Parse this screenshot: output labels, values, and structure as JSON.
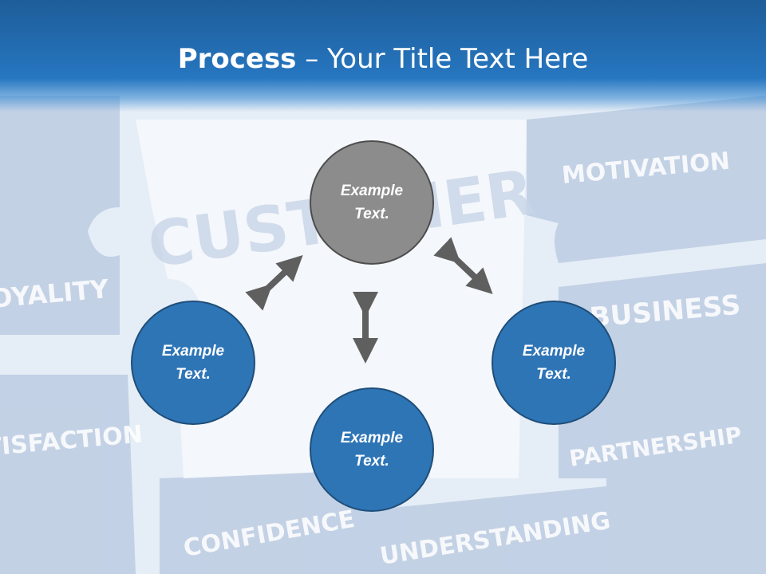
{
  "title": {
    "bold": "Process",
    "rest": " – Your Title Text Here"
  },
  "background_words": [
    "CUSTOMER",
    "MOTIVATION",
    "LOYALITY",
    "BUSINESS",
    "SATISFACTION",
    "PARTNERSHIP",
    "CONFIDENCE",
    "UNDERSTANDING"
  ],
  "nodes": {
    "top": {
      "line1": "Example",
      "line2": "Text."
    },
    "left": {
      "line1": "Example",
      "line2": "Text."
    },
    "right": {
      "line1": "Example",
      "line2": "Text."
    },
    "bottom": {
      "line1": "Example",
      "line2": "Text."
    }
  },
  "colors": {
    "title_bar": "#2676c0",
    "node_blue": "#2e75b6",
    "node_gray": "#8c8c8c",
    "arrow": "#5f5f5f"
  }
}
